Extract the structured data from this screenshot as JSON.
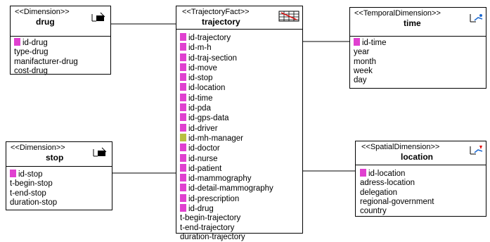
{
  "classes": {
    "drug": {
      "stereotype": "<<Dimension>>",
      "name": "drug",
      "icon": "dimension-icon",
      "attributes": [
        "id-drug",
        "type-drug",
        "manifacturer-drug",
        "cost-drug"
      ]
    },
    "trajectory": {
      "stereotype": "<<TrajectoryFact>>",
      "name": "trajectory",
      "icon": "fact-table-icon",
      "attributes": [
        "id-trajectory",
        "id-m-h",
        "id-traj-section",
        "id-move",
        "id-stop",
        "id-location",
        "id-time",
        "id-pda",
        "id-gps-data",
        "id-driver",
        "id-mh-manager",
        "id-doctor",
        "id-nurse",
        "id-patient",
        "id-mammography",
        "id-detail-mammography",
        "id-prescription",
        "id-drug",
        "t-begin-trajectory",
        "t-end-trajectory",
        "duration-trajectory"
      ]
    },
    "time": {
      "stereotype": "<<TemporalDimension>>",
      "name": "time",
      "icon": "temporal-dimension-icon",
      "attributes": [
        "id-time",
        "year",
        "month",
        "week",
        "day"
      ]
    },
    "stop": {
      "stereotype": "<<Dimension>>",
      "name": "stop",
      "icon": "dimension-icon",
      "attributes": [
        "id-stop",
        "t-begin-stop",
        "t-end-stop",
        "duration-stop"
      ]
    },
    "location": {
      "stereotype": "<<SpatialDimension>>",
      "name": "location",
      "icon": "spatial-dimension-icon",
      "attributes": [
        "id-location",
        "adress-location",
        "delegation",
        "regional-government",
        "country"
      ]
    }
  }
}
